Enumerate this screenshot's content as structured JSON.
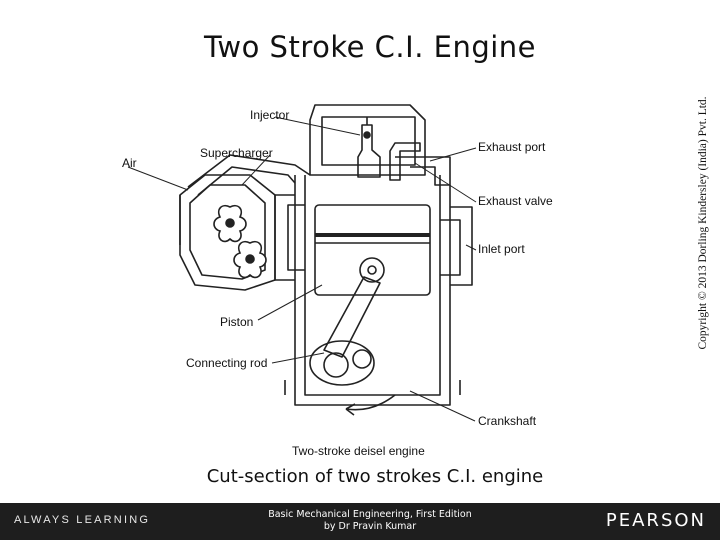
{
  "slide": {
    "title": "Two Stroke C.I. Engine",
    "caption": "Cut-section of two strokes C.I. engine",
    "copyright": "Copyright © 2013 Dorling Kindersley (India) Pvt. Ltd."
  },
  "diagram": {
    "labels": {
      "injector": "Injector",
      "supercharger": "Supercharger",
      "air": "Air",
      "exhaust_port": "Exhaust port",
      "exhaust_valve": "Exhaust valve",
      "inlet_port": "Inlet port",
      "piston": "Piston",
      "connecting_rod": "Connecting rod",
      "crankshaft": "Crankshaft"
    },
    "subtitle": "Two-stroke deisel engine"
  },
  "footer": {
    "tagline": "ALWAYS LEARNING",
    "book_line1": "Basic Mechanical Engineering, First Edition",
    "book_line2": "by Dr Pravin Kumar",
    "brand": "PEARSON",
    "background": "#1e1e1e"
  }
}
